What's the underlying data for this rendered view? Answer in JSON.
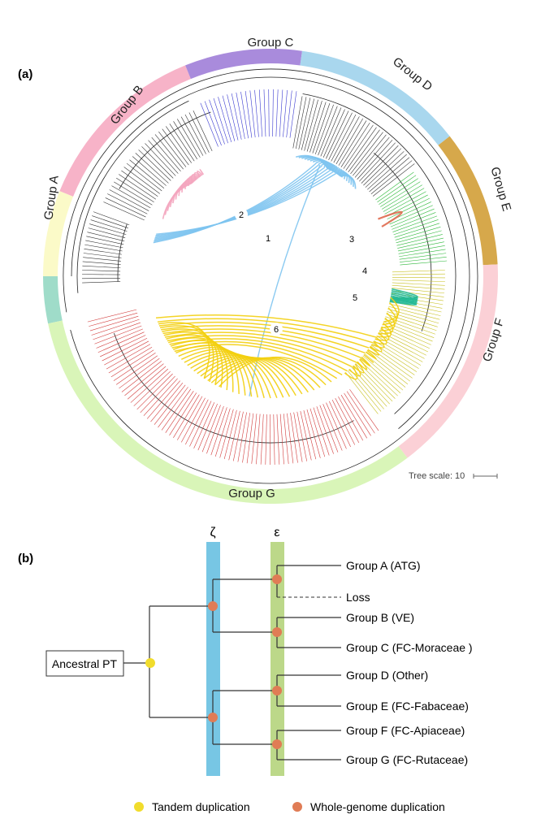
{
  "panel_a": {
    "label": "(a)",
    "groups": [
      {
        "id": "A",
        "label": "Group A",
        "color": "#fbfac8",
        "text_angle": -82
      },
      {
        "id": "B",
        "label": "Group B",
        "color": "#f7b3c8",
        "text_angle": -52
      },
      {
        "id": "C",
        "label": "Group C",
        "color": "#a98bdc",
        "text_angle": 0
      },
      {
        "id": "D",
        "label": "Group D",
        "color": "#a9d7ee",
        "text_angle": 38
      },
      {
        "id": "E",
        "label": "Group E",
        "color": "#d6a84b",
        "text_angle": 72
      },
      {
        "id": "F",
        "label": "Group F",
        "color": "#fbd0d6",
        "text_angle": -72
      },
      {
        "id": "G",
        "label": "Group G",
        "color": "#d9f5b8",
        "text_angle": 0
      }
    ],
    "untitled_segment_color": "#9fdcc9",
    "numbers": [
      "1",
      "2",
      "3",
      "4",
      "5",
      "6"
    ],
    "tree_scale_label": "Tree scale: 10"
  },
  "panel_b": {
    "label": "(b)",
    "zeta_symbol": "ζ",
    "epsilon_symbol": "ε",
    "zeta_color": "#77c6e4",
    "epsilon_color": "#bcd889",
    "root_label": "Ancestral PT",
    "leaves": [
      "Group A (ATG)",
      "Loss",
      "Group B (VE)",
      "Group C (FC-Moraceae )",
      "Group D (Other)",
      "Group E (FC-Fabaceae)",
      "Group F (FC-Apiaceae)",
      "Group G (FC-Rutaceae)"
    ]
  },
  "legend": {
    "tandem": {
      "label": "Tandem duplication",
      "color": "#f1dc2c"
    },
    "wgd": {
      "label": "Whole-genome duplication",
      "color": "#e07c55"
    }
  }
}
